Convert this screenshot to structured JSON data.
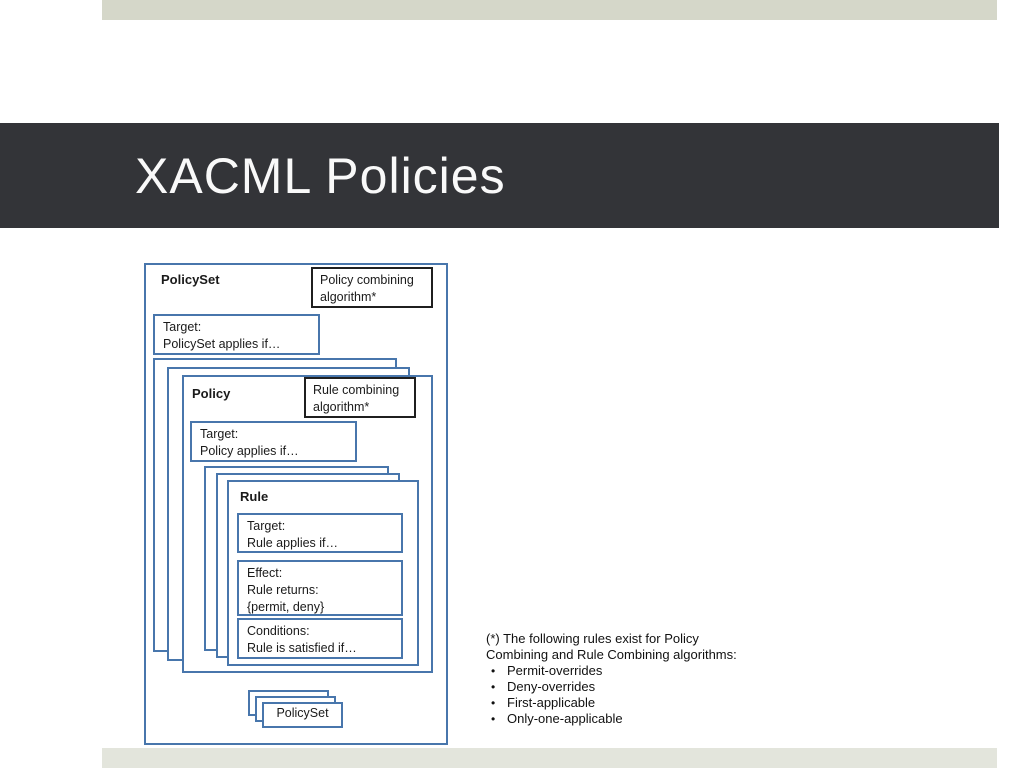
{
  "slide": {
    "title": "XACML Policies"
  },
  "diagram": {
    "policyset": {
      "label": "PolicySet",
      "combining_algorithm": "Policy combining algorithm*",
      "target_lines": [
        "Target:",
        "PolicySet applies if…"
      ]
    },
    "policy": {
      "label": "Policy",
      "combining_algorithm": "Rule combining algorithm*",
      "target_lines": [
        "Target:",
        "Policy applies if…"
      ]
    },
    "rule": {
      "label": "Rule",
      "target_lines": [
        "Target:",
        "Rule applies if…"
      ],
      "effect_lines": [
        "Effect:",
        "Rule returns:",
        "{permit, deny}"
      ],
      "conditions_lines": [
        "Conditions:",
        "Rule is satisfied if…"
      ]
    },
    "nested_policyset_label": "PolicySet"
  },
  "footnote": {
    "line1": "(*) The following rules exist for Policy",
    "line2": "Combining and Rule Combining algorithms:",
    "bullet_char": "•",
    "bullets": [
      "Permit-overrides",
      "Deny-overrides",
      "First-applicable",
      "Only-one-applicable"
    ]
  },
  "colors": {
    "accent_blue": "#4876ac",
    "title_band": "#333438",
    "top_bar": "#d5d7c9",
    "bottom_bar": "#e3e5dc"
  }
}
